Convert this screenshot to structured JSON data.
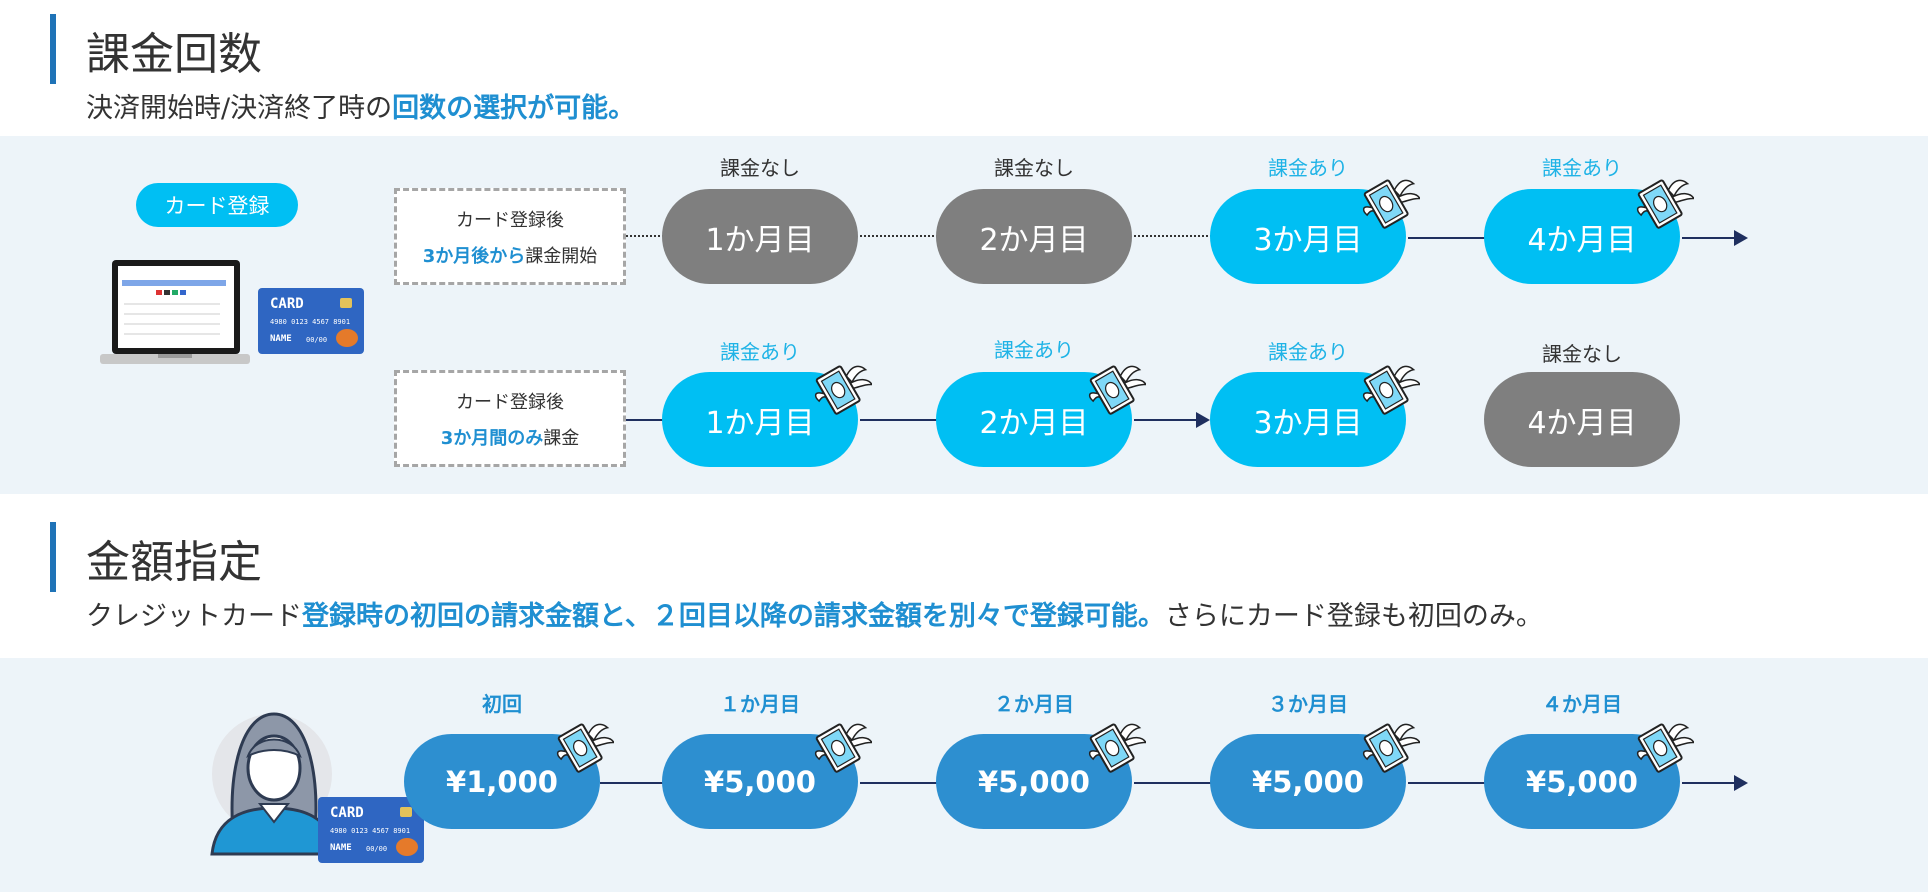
{
  "section1": {
    "title": "課金回数",
    "subtitle_plain": "決済開始時/決済終了時の",
    "subtitle_highlight": "回数の選択が可能。",
    "register_label": "カード登録",
    "card_text": "CARD",
    "card_number": "4980 0123 4567 8901",
    "card_name": "NAME",
    "card_exp": "00/00",
    "row1": {
      "box_line1": "カード登録後",
      "box_line2_hl": "3か月後から",
      "box_line2": "課金開始",
      "steps": [
        {
          "status": "課金なし",
          "month": "1か月目",
          "charged": false
        },
        {
          "status": "課金なし",
          "month": "2か月目",
          "charged": false
        },
        {
          "status": "課金あり",
          "month": "3か月目",
          "charged": true
        },
        {
          "status": "課金あり",
          "month": "4か月目",
          "charged": true
        }
      ]
    },
    "row2": {
      "box_line1": "カード登録後",
      "box_line2_hl": "3か月間のみ",
      "box_line2": "課金",
      "steps": [
        {
          "status": "課金あり",
          "month": "1か月目",
          "charged": true
        },
        {
          "status": "課金あり",
          "month": "2か月目",
          "charged": true
        },
        {
          "status": "課金あり",
          "month": "3か月目",
          "charged": true
        },
        {
          "status": "課金なし",
          "month": "4か月目",
          "charged": false
        }
      ]
    }
  },
  "section2": {
    "title": "金額指定",
    "subtitle_plain1": "クレジットカード",
    "subtitle_highlight": "登録時の初回の請求金額と、２回目以降の請求金額を別々で登録可能。",
    "subtitle_plain2": "さらにカード登録も初回のみ。",
    "steps": [
      {
        "label": "初回",
        "amount": "¥1,000"
      },
      {
        "label": "１か月目",
        "amount": "¥5,000"
      },
      {
        "label": "２か月目",
        "amount": "¥5,000"
      },
      {
        "label": "３か月目",
        "amount": "¥5,000"
      },
      {
        "label": "４か月目",
        "amount": "¥5,000"
      }
    ]
  },
  "icons": {
    "flying_money": "flying-money-icon",
    "laptop": "laptop-icon",
    "person": "person-icon"
  }
}
